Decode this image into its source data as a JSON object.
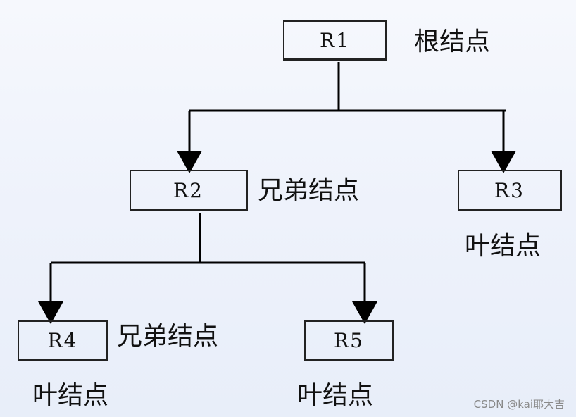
{
  "nodes": {
    "r1": "R1",
    "r2": "R2",
    "r3": "R3",
    "r4": "R4",
    "r5": "R5"
  },
  "labels": {
    "root": "根结点",
    "sibling_r2": "兄弟结点",
    "leaf_r3": "叶结点",
    "sibling_r4": "兄弟结点",
    "leaf_r4": "叶结点",
    "leaf_r5": "叶结点"
  },
  "watermark": "CSDN @kai耶大吉",
  "colors": {
    "line": "#000000",
    "box_border": "#222222",
    "text": "#111111",
    "watermark": "#8a8a8a"
  }
}
